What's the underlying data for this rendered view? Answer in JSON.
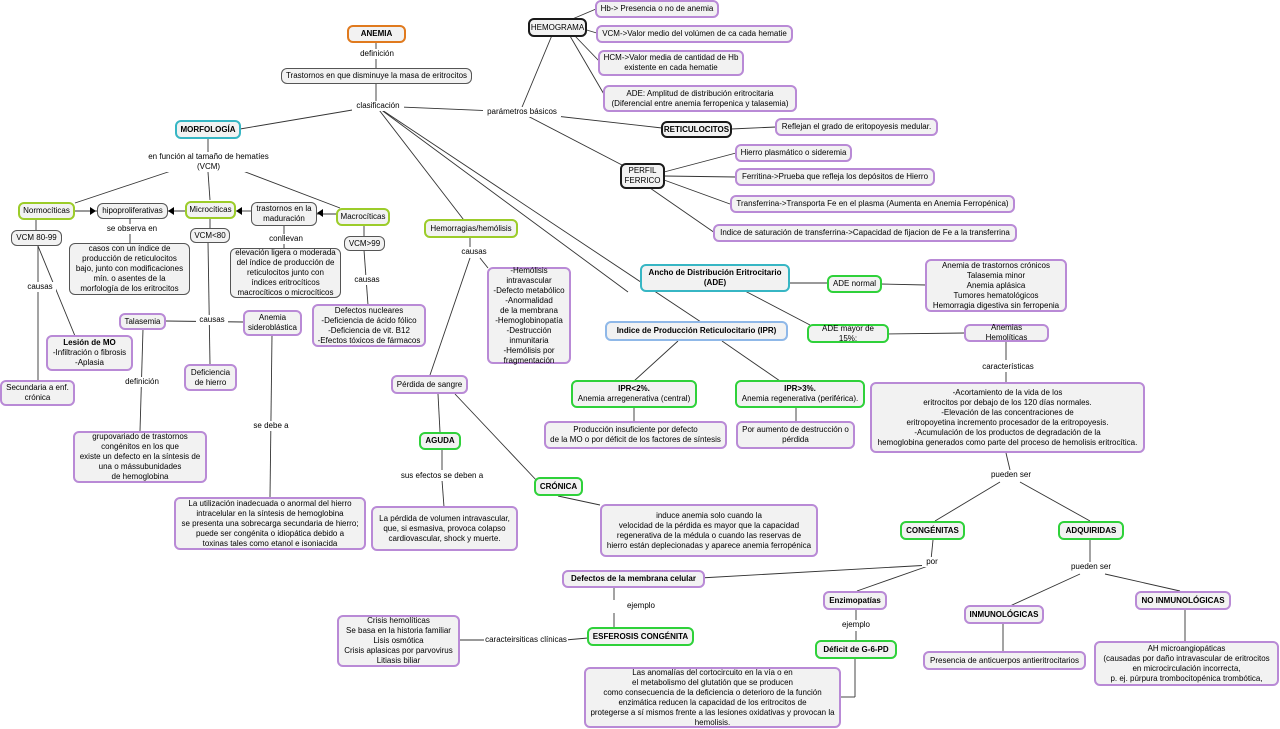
{
  "nodes": {
    "anemia": "ANEMIA",
    "trastornos_masa": "Trastornos en que disminuye la masa de eritrocitos",
    "hemograma": "HEMOGRAMA",
    "hb": "Hb-> Presencia o no de anemia",
    "vcm_def": "VCM->Valor medio del volúmen de ca cada hematie",
    "hcm_def": "HCM->Valor media de cantidad de Hb\nexistente en cada hematie",
    "ade_def": "ADE: Amplitud de distribución eritrocitaria\n(Diferencial entre anemia ferropenica y talasemia)",
    "reticulocitos": "RETICULOCITOS",
    "reticulocitos_def": "Reflejan el grado de eritopoyesis medular.",
    "perfil_ferrico": "PERFIL\nFERRICO",
    "hierro_plasmatico": "Hierro plasmático o sideremia",
    "ferritina": "Ferritina->Prueba que refleja los depósitos de Hierro",
    "transferrina": "Transferrina->Transporta Fe en el plasma (Aumenta en Anemia Ferropénica)",
    "indice_saturacion": "Indice de saturación de transferrina->Capacidad de fijacion de Fe a la transferrina",
    "morfologia": "MORFOLOGÍA",
    "normociticas": "Normocíticas",
    "hipoproliferativas": "hipoproliferativas",
    "microciticas": "Microcíticas",
    "trastornos_maduracion": "trastornos en la\nmaduración",
    "macrociticas": "Macrocíticas",
    "vcm_80_99": "VCM 80-99",
    "vcm_lt80": "VCM<80",
    "vcm_gt99": "VCM>99",
    "casos_indice": "casos con un índice de\nproducción de reticulocitos\nbajo, junto con modificaciones\nmín. o asentes de la\nmorfología de los eritrocitos",
    "elevacion_ligera": "elevación ligera o moderada\ndel índice de producción de\nreticulocitos junto con\níndices eritrocíticos\nmacrocíticos o microcíticos",
    "defectos_nucleares": "Defectos nucleares\n-Deficiencia de ácido fólico\n-Deficiencia de vit. B12\n-Efectos tóxicos de fármacos",
    "lesion_mo_title": "Lesión de MO",
    "lesion_mo_body": "-Infiltración o fibrosis\n-Aplasia",
    "talasemia": "Talasemia",
    "anemia_sideroblastica": "Anemia\nsideroblástica",
    "deficiencia_hierro": "Deficiencia\nde hierro",
    "secundaria": "Secundaria a enf.\ncrónica",
    "grupo_variado": "grupovariado de trastornos\ncongénitos en los que\nexiste un defecto en la síntesis de\nuna o mássubunidades\nde hemoglobina",
    "utilizacion_inadecuada": "La utilización inadecuada o anormal del hierro\nintracelular en la síntesis de hemoglobina\nse presenta una sobrecarga secundaria de hierro;\npuede ser congénita o idiopática debido a\ntoxinas tales como etanol e isoniacida",
    "hemorragias": "Hemorragias/hemólisis",
    "hemolisis_lista": "-Hemólisis\nintravascular\n-Defecto metabólico\n-Anormalidad\nde la membrana\n-Hemoglobinopatía\n-Destrucción\ninmunitaria\n-Hemólisis por\nfragmentación",
    "perdida_sangre": "Pérdida de sangre",
    "aguda": "AGUDA",
    "aguda_def": "La pérdida de volumen intravascular,\nque, si esmasiva, provoca colapso\ncardiovascular, shock y muerte.",
    "cronica": "CRÓNICA",
    "cronica_def": "induce anemia solo cuando la\nvelocidad de la pérdida es mayor que la capacidad\nregenerativa de la médula o cuando las reservas de\nhierro están deplecionadas y aparece anemia ferropénica",
    "ade_ancho": "Ancho de Distribución Eritrocitario\n(ADE)",
    "ade_normal": "ADE normal",
    "ade_normal_lista": "Anemia de trastornos crónicos\nTalasemia minor\nAnemia aplásica\nTumores hematológicos\nHemorragia digestiva sin ferropenia",
    "ade_mayor": "ADE mayor de 15%:",
    "anemias_hemoliticas": "Anemias Hemolíticas",
    "ipr": "Indice de Producción Reticulocitario (IPR)",
    "ipr_lt2_title": "IPR<2%.",
    "ipr_lt2_body": "Anemia arregenerativa (central)",
    "ipr_gt3_title": "IPR>3%.",
    "ipr_gt3_body": "Anemia regenerativa (periférica).",
    "produccion_insuficiente": "Producción insuficiente por defecto\nde la MO o por déficit de los factores de síntesis",
    "aumento_destruccion": "Por aumento de destrucción o\npérdida",
    "acortamiento": "-Acortamiento de la vida de los\neritrocitos por debajo de los 120 días normales.\n-Elevación de las concentraciones de\neritropoyetina incremento procesador de la eritropoyesis.\n-Acumulación de los productos de degradación de la\nhemoglobina generados como parte del proceso de hemolisis eritrocítica.",
    "congenitas": "CONGÉNITAS",
    "adquiridas": "ADQUIRIDAS",
    "defectos_membrana": "Defectos de la membrana celular",
    "enzimopatias": "Enzimopatías",
    "inmunologicas": "INMUNOLÓGICAS",
    "no_inmunologicas": "NO INMUNOLÓGICAS",
    "esferosis": "ESFEROSIS CONGÉNITA",
    "crisis_hemoliticas": "Crisis hemolíticas\nSe basa en la historia familiar\nLisis osmótica\nCrisis aplasicas por parvovirus\nLitiasis biliar",
    "deficit_g6pd": "Déficit de G-6-PD",
    "anomalias_cortocircuito": "Las anomalías del cortocircuito en la vía o en\nel metabolismo del glutatión que se producen\ncomo consecuencia de la deficiencia o deterioro de la función\nenzimática reducen la capacidad de los eritrocitos de\nprotegerse a sí mismos frente a las lesiones oxidativas y provocan la\nhemolisis.",
    "presencia_anticuerpos": "Presencia de anticuerpos antieritrocitarios",
    "ah_micro": "AH microangiopáticas\n(causadas por daño intravascular de eritrocitos\nen microcirculación incorrecta,\np. ej. púrpura trombocitopénica trombótica,"
  },
  "labels": {
    "definicion": "definición",
    "clasificacion": "clasificación",
    "parametros_basicos": "parámetros básicos",
    "en_funcion": "en función al tamaño de hematíes\n(VCM)",
    "se_observa_en": "se observa en",
    "conllevan": "conllevan",
    "causas_1": "causas",
    "causas_2": "causas",
    "causas_3": "causas",
    "causas_4": "causas",
    "definicion_2": "definición",
    "se_debe_a": "se debe a",
    "sus_efectos": "sus efectos se deben a",
    "caracteristicas": "características",
    "pueden_ser_1": "pueden ser",
    "por": "por",
    "pueden_ser_2": "pueden ser",
    "ejemplo_1": "ejemplo",
    "ejemplo_2": "ejemplo",
    "caracteristicas_clinicas": "caracteirsiticas clínicas"
  }
}
